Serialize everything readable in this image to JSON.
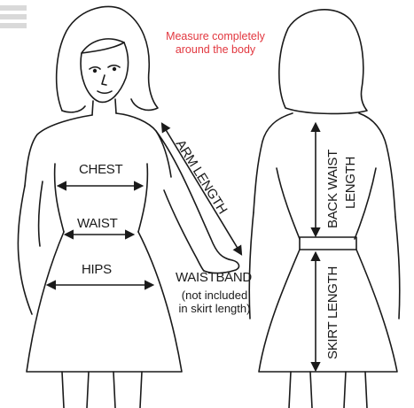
{
  "note": {
    "line1": "Measure completely",
    "line2": "around the body"
  },
  "labels": {
    "chest": "CHEST",
    "waist": "WAIST",
    "hips": "HIPS",
    "arm_length": "ARM LENGTH",
    "waistband": "WAISTBAND",
    "waistband_note_1": "(not included",
    "waistband_note_2": "in skirt length)",
    "back_waist_1": "BACK WAIST",
    "back_waist_2": "LENGTH",
    "skirt_length": "SKIRT LENGTH"
  },
  "colors": {
    "ink": "#1a1a1a",
    "note": "#e2373f",
    "menu_tab": "#d9d9d9"
  },
  "icons": {
    "menu": "hamburger-menu-icon"
  }
}
